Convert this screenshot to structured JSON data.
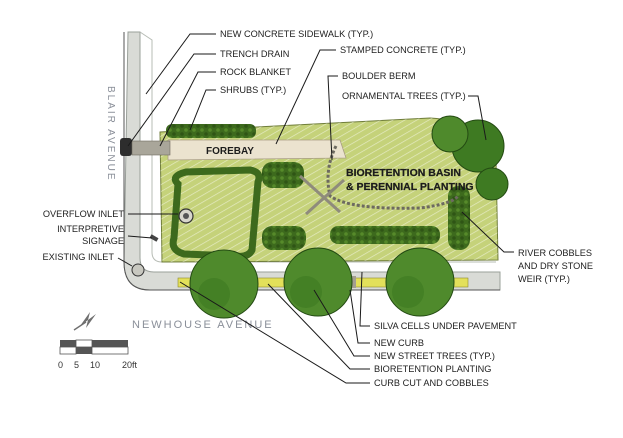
{
  "streets": {
    "vertical": "BLAIR AVENUE",
    "horizontal": "NEWHOUSE AVENUE"
  },
  "features": {
    "forebay": "FOREBAY",
    "basin_line1": "BIORETENTION BASIN",
    "basin_line2": "& PERENNIAL PLANTING"
  },
  "callouts": {
    "sidewalk": "NEW CONCRETE SIDEWALK (TYP.)",
    "trench_drain": "TRENCH DRAIN",
    "rock_blanket": "ROCK BLANKET",
    "shrubs": "SHRUBS (TYP.)",
    "stamped_concrete": "STAMPED CONCRETE (TYP.)",
    "boulder_berm": "BOULDER BERM",
    "ornamental_trees": "ORNAMENTAL TREES (TYP.)",
    "overflow_inlet": "OVERFLOW INLET",
    "interpretive_1": "INTERPRETIVE",
    "interpretive_2": "SIGNAGE",
    "existing_inlet": "EXISTING INLET",
    "river_cobbles_1": "RIVER COBBLES",
    "river_cobbles_2": "AND DRY STONE",
    "river_cobbles_3": "WEIR (TYP.)",
    "silva_cells": "SILVA CELLS UNDER PAVEMENT",
    "new_curb": "NEW CURB",
    "street_trees": "NEW STREET TREES (TYP.)",
    "bio_planting": "BIORETENTION PLANTING",
    "curb_cut": "CURB CUT AND COBBLES"
  },
  "scale": {
    "ticks": [
      "0",
      "5",
      "10",
      "20ft"
    ]
  },
  "colors": {
    "lawn": "#c5d27a",
    "shrub": "#3f6b1f",
    "tree": "#4f8a2c",
    "sidewalk": "#d6d8d4",
    "stamped": "#e9e2cf",
    "yellow_strip": "#e3e05a"
  }
}
